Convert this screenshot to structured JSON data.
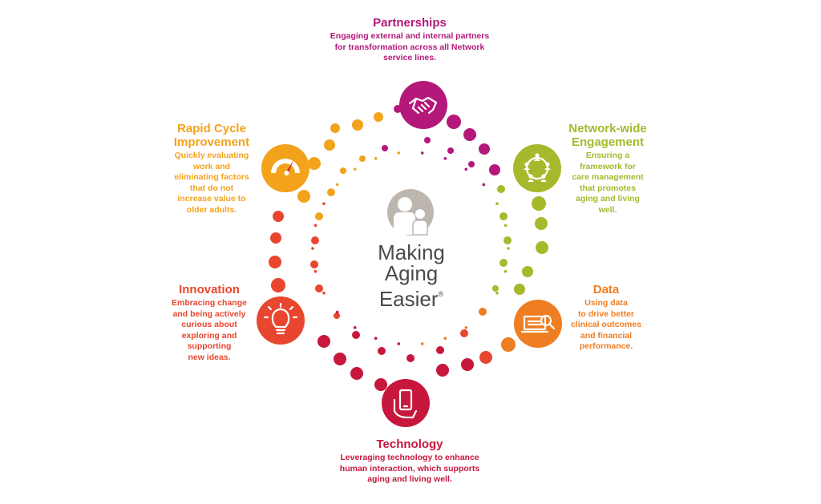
{
  "center": {
    "line1": "Making",
    "line2": "Aging",
    "line3": "Easier",
    "mark": "®"
  },
  "pillars": [
    {
      "key": "partnerships",
      "title": [
        "Partnerships"
      ],
      "body": [
        "Engaging external and internal partners",
        "for transformation across all Network",
        "service lines."
      ],
      "color": "#b4187a",
      "icon": "handshake-icon"
    },
    {
      "key": "network",
      "title": [
        "Network-wide",
        "Engagement"
      ],
      "body": [
        "Ensuring a",
        "framework for",
        "care management",
        "that promotes",
        "aging and living",
        "well."
      ],
      "color": "#a7b82c",
      "icon": "people-network-icon"
    },
    {
      "key": "rapid",
      "title": [
        "Rapid Cycle",
        "Improvement"
      ],
      "body": [
        "Quickly evaluating",
        "work and",
        "eliminating factors",
        "that do not",
        "increase value to",
        "older adults."
      ],
      "color": "#f3a21b",
      "icon": "speedometer-icon"
    },
    {
      "key": "innovation",
      "title": [
        "Innovation"
      ],
      "body": [
        "Embracing change",
        "and being actively",
        "curious about",
        "exploring and",
        "supporting",
        "new ideas."
      ],
      "color": "#e8462e",
      "icon": "lightbulb-icon"
    },
    {
      "key": "data",
      "title": [
        "Data"
      ],
      "body": [
        "Using data",
        "to drive better",
        "clinical outcomes",
        "and financial",
        "performance."
      ],
      "color": "#ef7d22",
      "icon": "laptop-search-icon"
    },
    {
      "key": "technology",
      "title": [
        "Technology"
      ],
      "body": [
        "Leveraging technology to enhance",
        "human interaction, which supports",
        "aging and living well."
      ],
      "color": "#c8173c",
      "icon": "hand-phone-icon"
    }
  ],
  "palette": {
    "magenta": "#b4187a",
    "lime": "#a7b82c",
    "orange": "#ef7d22",
    "red": "#c8173c",
    "redorange": "#e8462e",
    "amber": "#f3a21b",
    "grey": "#bdb6ae",
    "text": "#4a4a4a"
  }
}
